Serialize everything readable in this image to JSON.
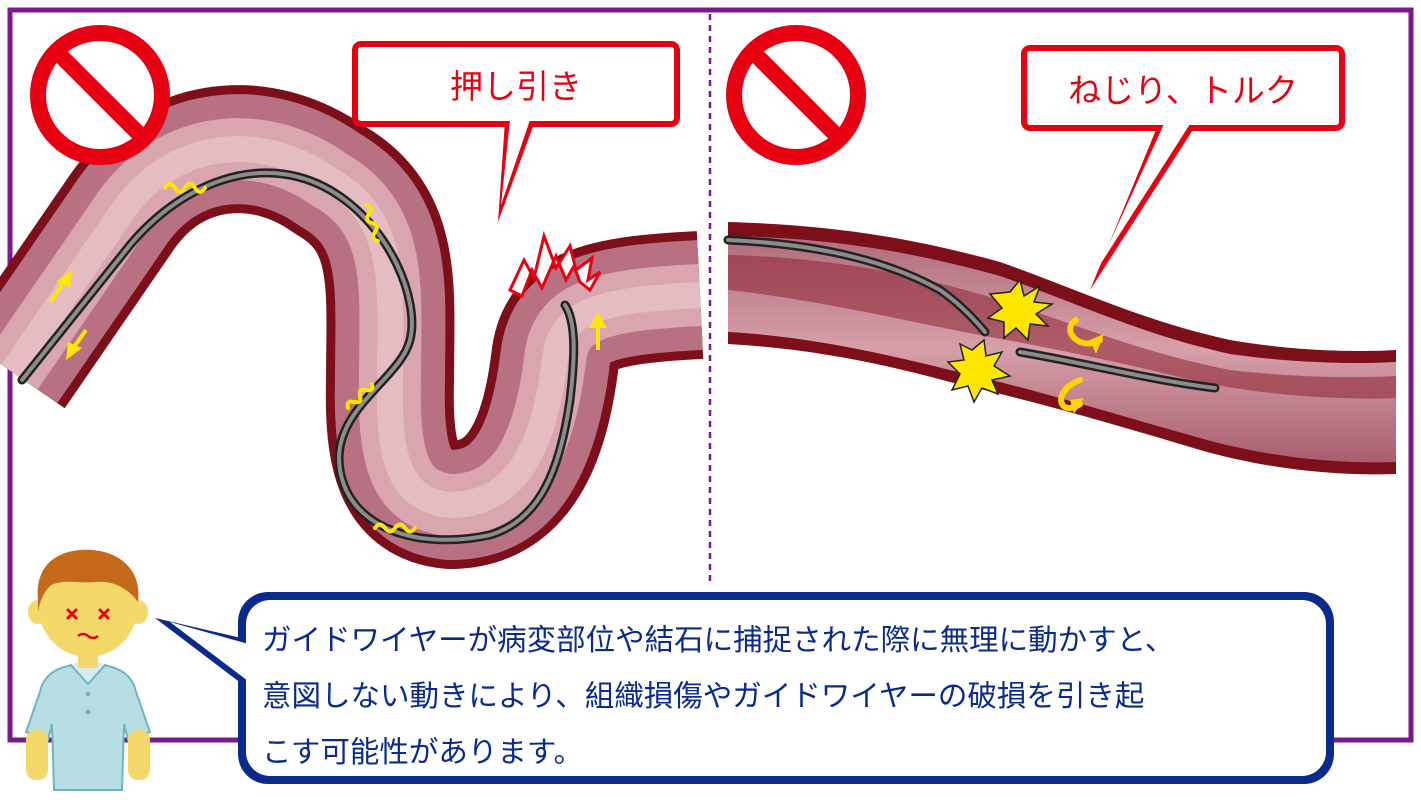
{
  "left_panel": {
    "label": "押し引き"
  },
  "right_panel": {
    "label": "ねじり、トルク"
  },
  "caption": {
    "lines": [
      "ガイドワイヤーが病変部位や結石に捕捉された際に無理に動かすと、",
      "意図しない動きにより、組織損傷やガイドワイヤーの破損を引き起",
      "こす可能性があります。"
    ]
  },
  "colors": {
    "frame": "#7b1a8a",
    "prohibition": "#e60012",
    "vessel_wall": "#7d0f1a",
    "vessel_lumen": "#c98b96",
    "guidewire": "#4a4a4a",
    "caption_border": "#0a2a8c",
    "caption_text": "#0a2a8c",
    "warning_spark": "#ffe600",
    "arrow": "#ffe600"
  },
  "icons": [
    "no-entry-icon",
    "burst-icon",
    "rotation-arrow-icon",
    "person-distressed-icon"
  ]
}
